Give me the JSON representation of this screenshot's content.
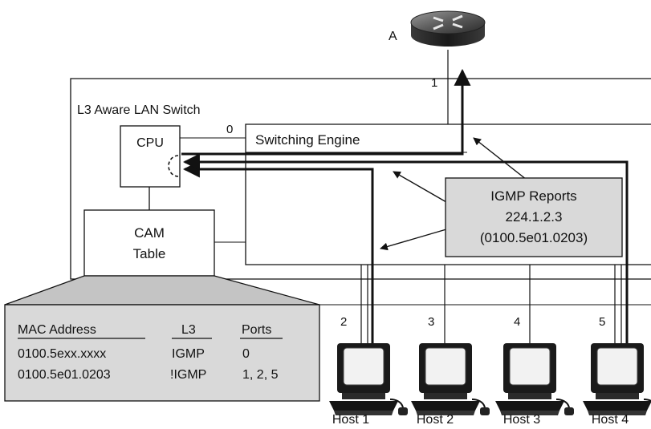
{
  "router": {
    "label": "A"
  },
  "switch": {
    "title": "L3 Aware LAN Switch"
  },
  "cpu": {
    "label": "CPU"
  },
  "engine": {
    "label": "Switching Engine"
  },
  "cam": {
    "line1": "CAM",
    "line2": "Table"
  },
  "reports": {
    "line1": "IGMP Reports",
    "line2": "224.1.2.3",
    "line3": "(0100.5e01.0203)"
  },
  "ports": {
    "p0": "0",
    "p1": "1",
    "p2": "2",
    "p3": "3",
    "p4": "4",
    "p5": "5"
  },
  "cam_table": {
    "headers": {
      "mac": "MAC Address",
      "l3": "L3",
      "ports": "Ports"
    },
    "rows": [
      {
        "mac": "0100.5exx.xxxx",
        "l3": "IGMP",
        "ports": "0"
      },
      {
        "mac": "0100.5e01.0203",
        "l3": "!IGMP",
        "ports": "1, 2, 5"
      }
    ]
  },
  "hosts": [
    "Host 1",
    "Host 2",
    "Host 3",
    "Host 4"
  ],
  "colors": {
    "ink": "#111111",
    "panel": "#d9d9d9",
    "panel_dark": "#bdbdbd",
    "screen": "#f2f2f2"
  }
}
